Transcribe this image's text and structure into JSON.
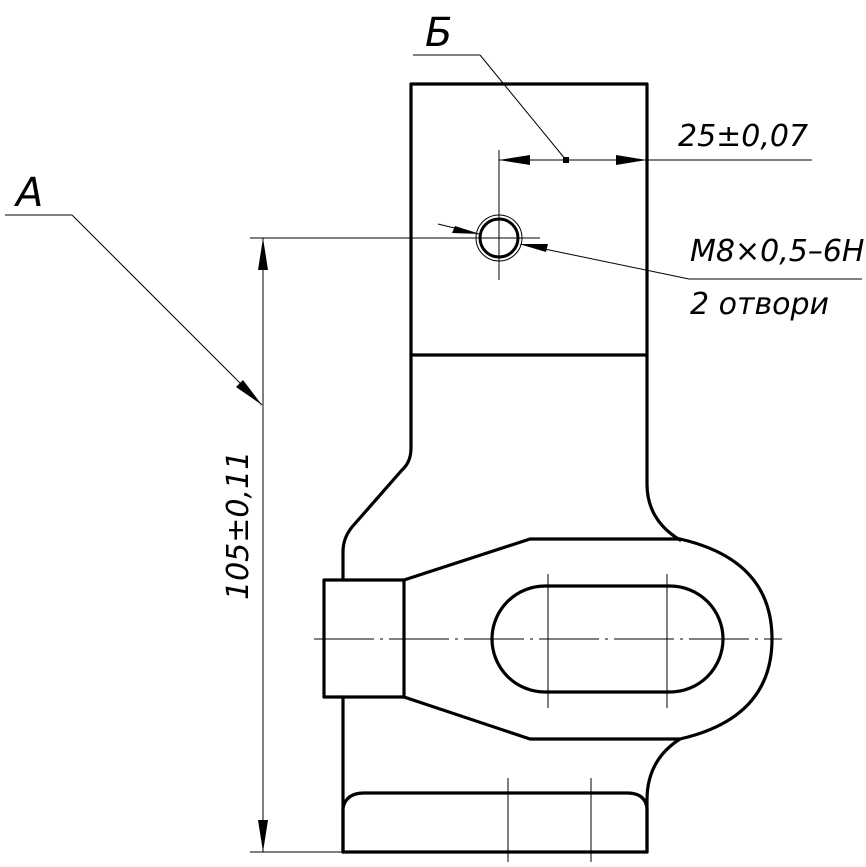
{
  "drawing": {
    "labels": {
      "view_b": "Б",
      "view_a": "A",
      "dim_width": "25±0,07",
      "thread_spec": "M8×0,5–6H",
      "hole_count": "2 отвори",
      "dim_height": "105±0,11"
    }
  }
}
